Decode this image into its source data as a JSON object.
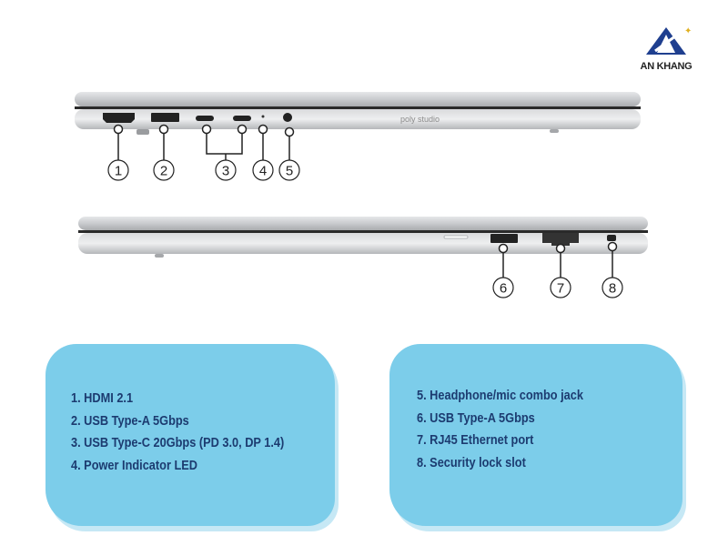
{
  "logo": {
    "text": "AN KHANG",
    "accent_color": "#1f3f8f"
  },
  "laptop_top": {
    "brand_mark": "poly studio",
    "callouts": [
      "1",
      "2",
      "3",
      "4",
      "5"
    ]
  },
  "laptop_bottom": {
    "callouts": [
      "6",
      "7",
      "8"
    ]
  },
  "legend_left": {
    "items": [
      "1. HDMI 2.1",
      "2. USB Type-A 5Gbps",
      "3. USB Type-C 20Gbps (PD 3.0, DP 1.4)",
      "4. Power Indicator LED"
    ]
  },
  "legend_right": {
    "items": [
      "5.  Headphone/mic combo jack",
      "6. USB Type-A 5Gbps",
      "7. RJ45 Ethernet port",
      "8. Security lock slot"
    ]
  },
  "colors": {
    "box": "#7ccdea",
    "text": "#1c3b70"
  }
}
